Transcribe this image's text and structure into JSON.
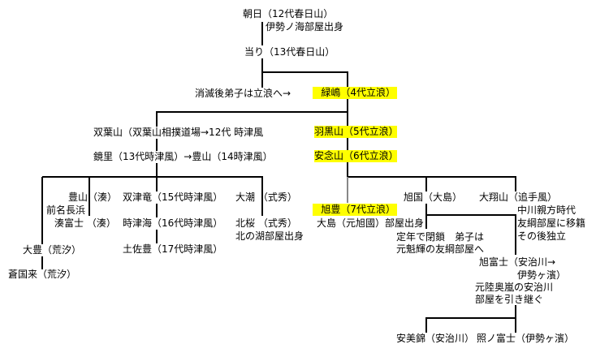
{
  "colors": {
    "highlight": "#ffff00",
    "line": "#000000",
    "line_gray": "#888888"
  },
  "nodes": {
    "asahi": "朝日（12代春日山）",
    "asahi_note": "伊勢ノ海部屋出身",
    "atari": "当り（13代春日山）",
    "extinct_note": "消滅後弟子は立浪へ→",
    "midorishima": "緑嶋（4代立浪）",
    "futabayama": "双葉山（双葉山相撲道場→12代 時津風",
    "haguroyama": "羽黒山（5代立浪）",
    "kagamisato": "鏡里（13代時津風）→豊山（14時津風）",
    "annenyama": "安念山（6代立浪）",
    "yutakayama": "豊山（湊）",
    "yutakayama_note": "前名長浜",
    "minatofuji": "湊富士 （湊）",
    "ohyutaka": "大豊（荒汐）",
    "sokokurai": "蒼国来（荒汐）",
    "futatsuryu": "双津竜（15代時津風）",
    "tokitsuumi": "時津海（16代時津風）",
    "tosayutaka": "土佐豊（17代時津風）",
    "oshio": "大潮 （式秀）",
    "kitazakura": "北桜 （式秀）",
    "kitazakura_note": "北の湖部屋出身",
    "asahiyutaka": "旭豊（7代立浪）",
    "asahiyutaka_note": "大島（元旭國）部屋出身",
    "asahikuni": "旭国（大島）",
    "asahikuni_note1": "定年で閉鎖　弟子は",
    "asahikuni_note2": "元魁輝の友綱部屋へ",
    "daishoyama": "大翔山（追手風）",
    "daishoyama_note1": "中川親方時代",
    "daishoyama_note2": "友綱部屋に移籍",
    "daishoyama_note3": "その後独立",
    "asahifuji1": "旭富士（安治川→",
    "asahifuji2": "伊勢ヶ濱）",
    "asahifuji_note1": "元陸奥嵐の安治川",
    "asahifuji_note2": "部屋を引き継ぐ",
    "aminishiki": "安美錦（安治川）",
    "terunofuji": "照ノ富士（伊勢ヶ濱）"
  }
}
